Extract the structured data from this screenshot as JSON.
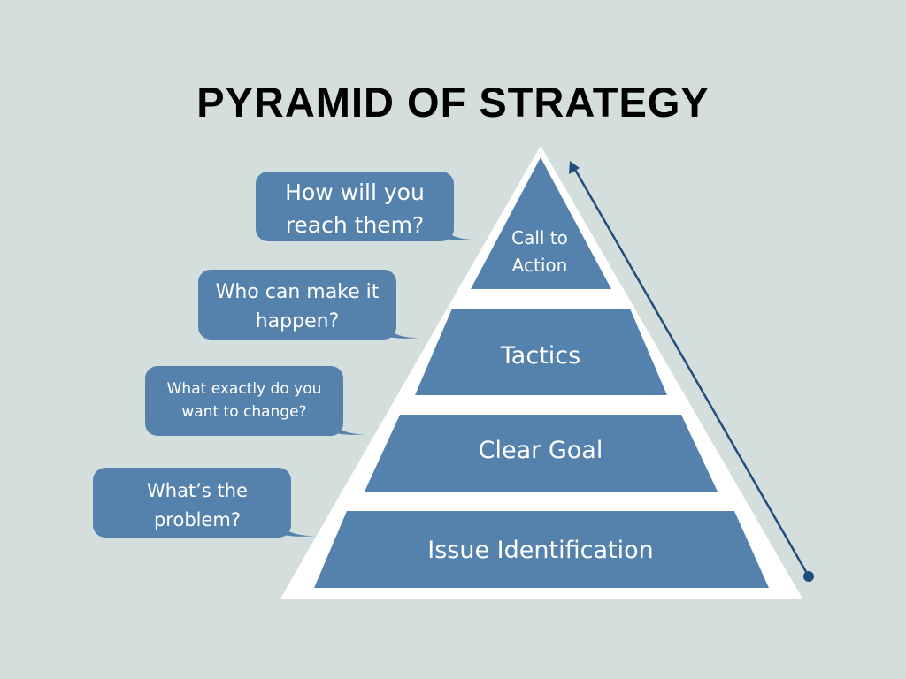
{
  "title": "PYRAMID OF STRATEGY",
  "colors": {
    "background": "#d4dedd",
    "tier": "#5582ac",
    "arrow": "#1f4e79",
    "outline": "#ffffff"
  },
  "tiers": [
    {
      "label_line1": "Call to",
      "label_line2": "Action"
    },
    {
      "label": "Tactics"
    },
    {
      "label": "Clear Goal"
    },
    {
      "label": "Issue Identification"
    }
  ],
  "bubbles": [
    {
      "line1": "How will you",
      "line2": "reach them?"
    },
    {
      "line1": "Who can make it",
      "line2": "happen?"
    },
    {
      "line1": "What exactly do you",
      "line2": "want to change?"
    },
    {
      "line1": "What’s the",
      "line2": "problem?"
    }
  ]
}
